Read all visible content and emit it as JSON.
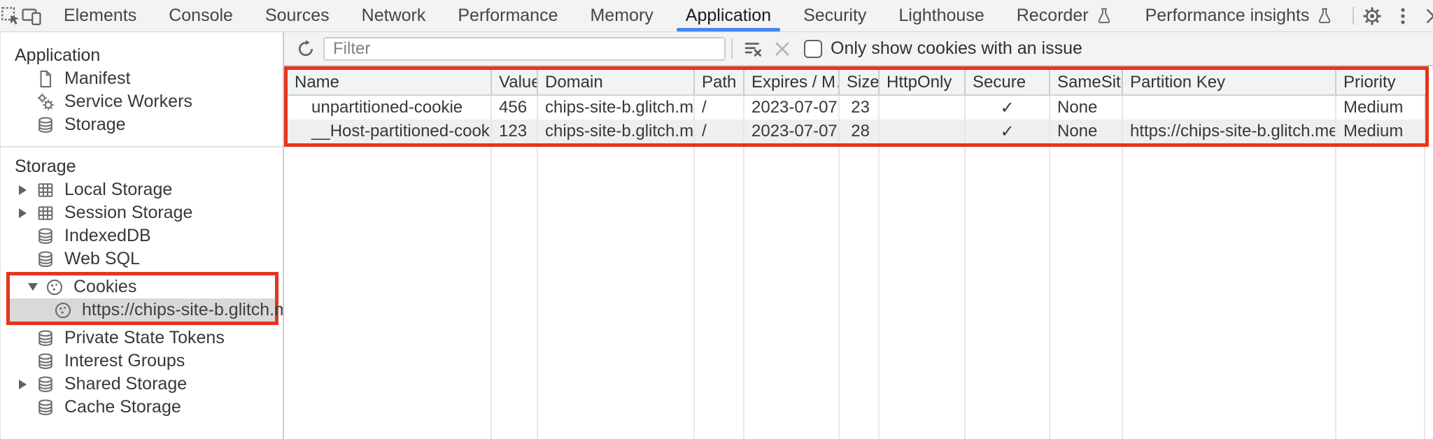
{
  "colors": {
    "accent_blue": "#4285f4",
    "highlight_red": "#e8341c",
    "selected_item_gray": "#d9d9d9",
    "chrome_bg": "#f3f3f3"
  },
  "tabbar": {
    "selected_tab": "Application",
    "tabs": [
      {
        "label": "Elements"
      },
      {
        "label": "Console"
      },
      {
        "label": "Sources"
      },
      {
        "label": "Network"
      },
      {
        "label": "Performance"
      },
      {
        "label": "Memory"
      },
      {
        "label": "Application"
      },
      {
        "label": "Security"
      },
      {
        "label": "Lighthouse"
      },
      {
        "label": "Recorder"
      },
      {
        "label": "Performance insights"
      }
    ]
  },
  "toolbar": {
    "filter_placeholder": "Filter",
    "filter_value": "",
    "checkbox_checked": false,
    "checkbox_label": "Only show cookies with an issue"
  },
  "sidebar": {
    "sections": [
      {
        "title": "Application",
        "items": [
          {
            "label": "Manifest",
            "icon": "document-icon"
          },
          {
            "label": "Service Workers",
            "icon": "gears-icon"
          },
          {
            "label": "Storage",
            "icon": "database-icon"
          }
        ]
      },
      {
        "title": "Storage",
        "items": [
          {
            "label": "Local Storage",
            "icon": "table-grid-icon",
            "state": "collapsed"
          },
          {
            "label": "Session Storage",
            "icon": "table-grid-icon",
            "state": "collapsed"
          },
          {
            "label": "IndexedDB",
            "icon": "database-icon"
          },
          {
            "label": "Web SQL",
            "icon": "database-icon"
          },
          {
            "label": "Cookies",
            "icon": "cookie-icon",
            "state": "expanded",
            "highlighted": true
          },
          {
            "label": "https://chips-site-b.glitch.me",
            "icon": "cookie-icon",
            "selected": true,
            "highlighted": true
          },
          {
            "label": "Private State Tokens",
            "icon": "database-icon"
          },
          {
            "label": "Interest Groups",
            "icon": "database-icon"
          },
          {
            "label": "Shared Storage",
            "icon": "database-icon",
            "state": "collapsed"
          },
          {
            "label": "Cache Storage",
            "icon": "database-icon"
          }
        ]
      }
    ]
  },
  "cookie_table": {
    "columns": [
      "Name",
      "Value",
      "Domain",
      "Path",
      "Expires / M…",
      "Size",
      "HttpOnly",
      "Secure",
      "SameSite",
      "Partition Key",
      "Priority"
    ],
    "rows": [
      {
        "name": "unpartitioned-cookie",
        "value": "456",
        "domain": "chips-site-b.glitch.me",
        "path": "/",
        "expires": "2023-07-07…",
        "size": "23",
        "http_only": "",
        "secure": "✓",
        "same_site": "None",
        "partition_key": "",
        "priority": "Medium"
      },
      {
        "name": "__Host-partitioned-cookie",
        "value": "123",
        "domain": "chips-site-b.glitch.me",
        "path": "/",
        "expires": "2023-07-07…",
        "size": "28",
        "http_only": "",
        "secure": "✓",
        "same_site": "None",
        "partition_key": "https://chips-site-b.glitch.me",
        "priority": "Medium"
      }
    ]
  }
}
